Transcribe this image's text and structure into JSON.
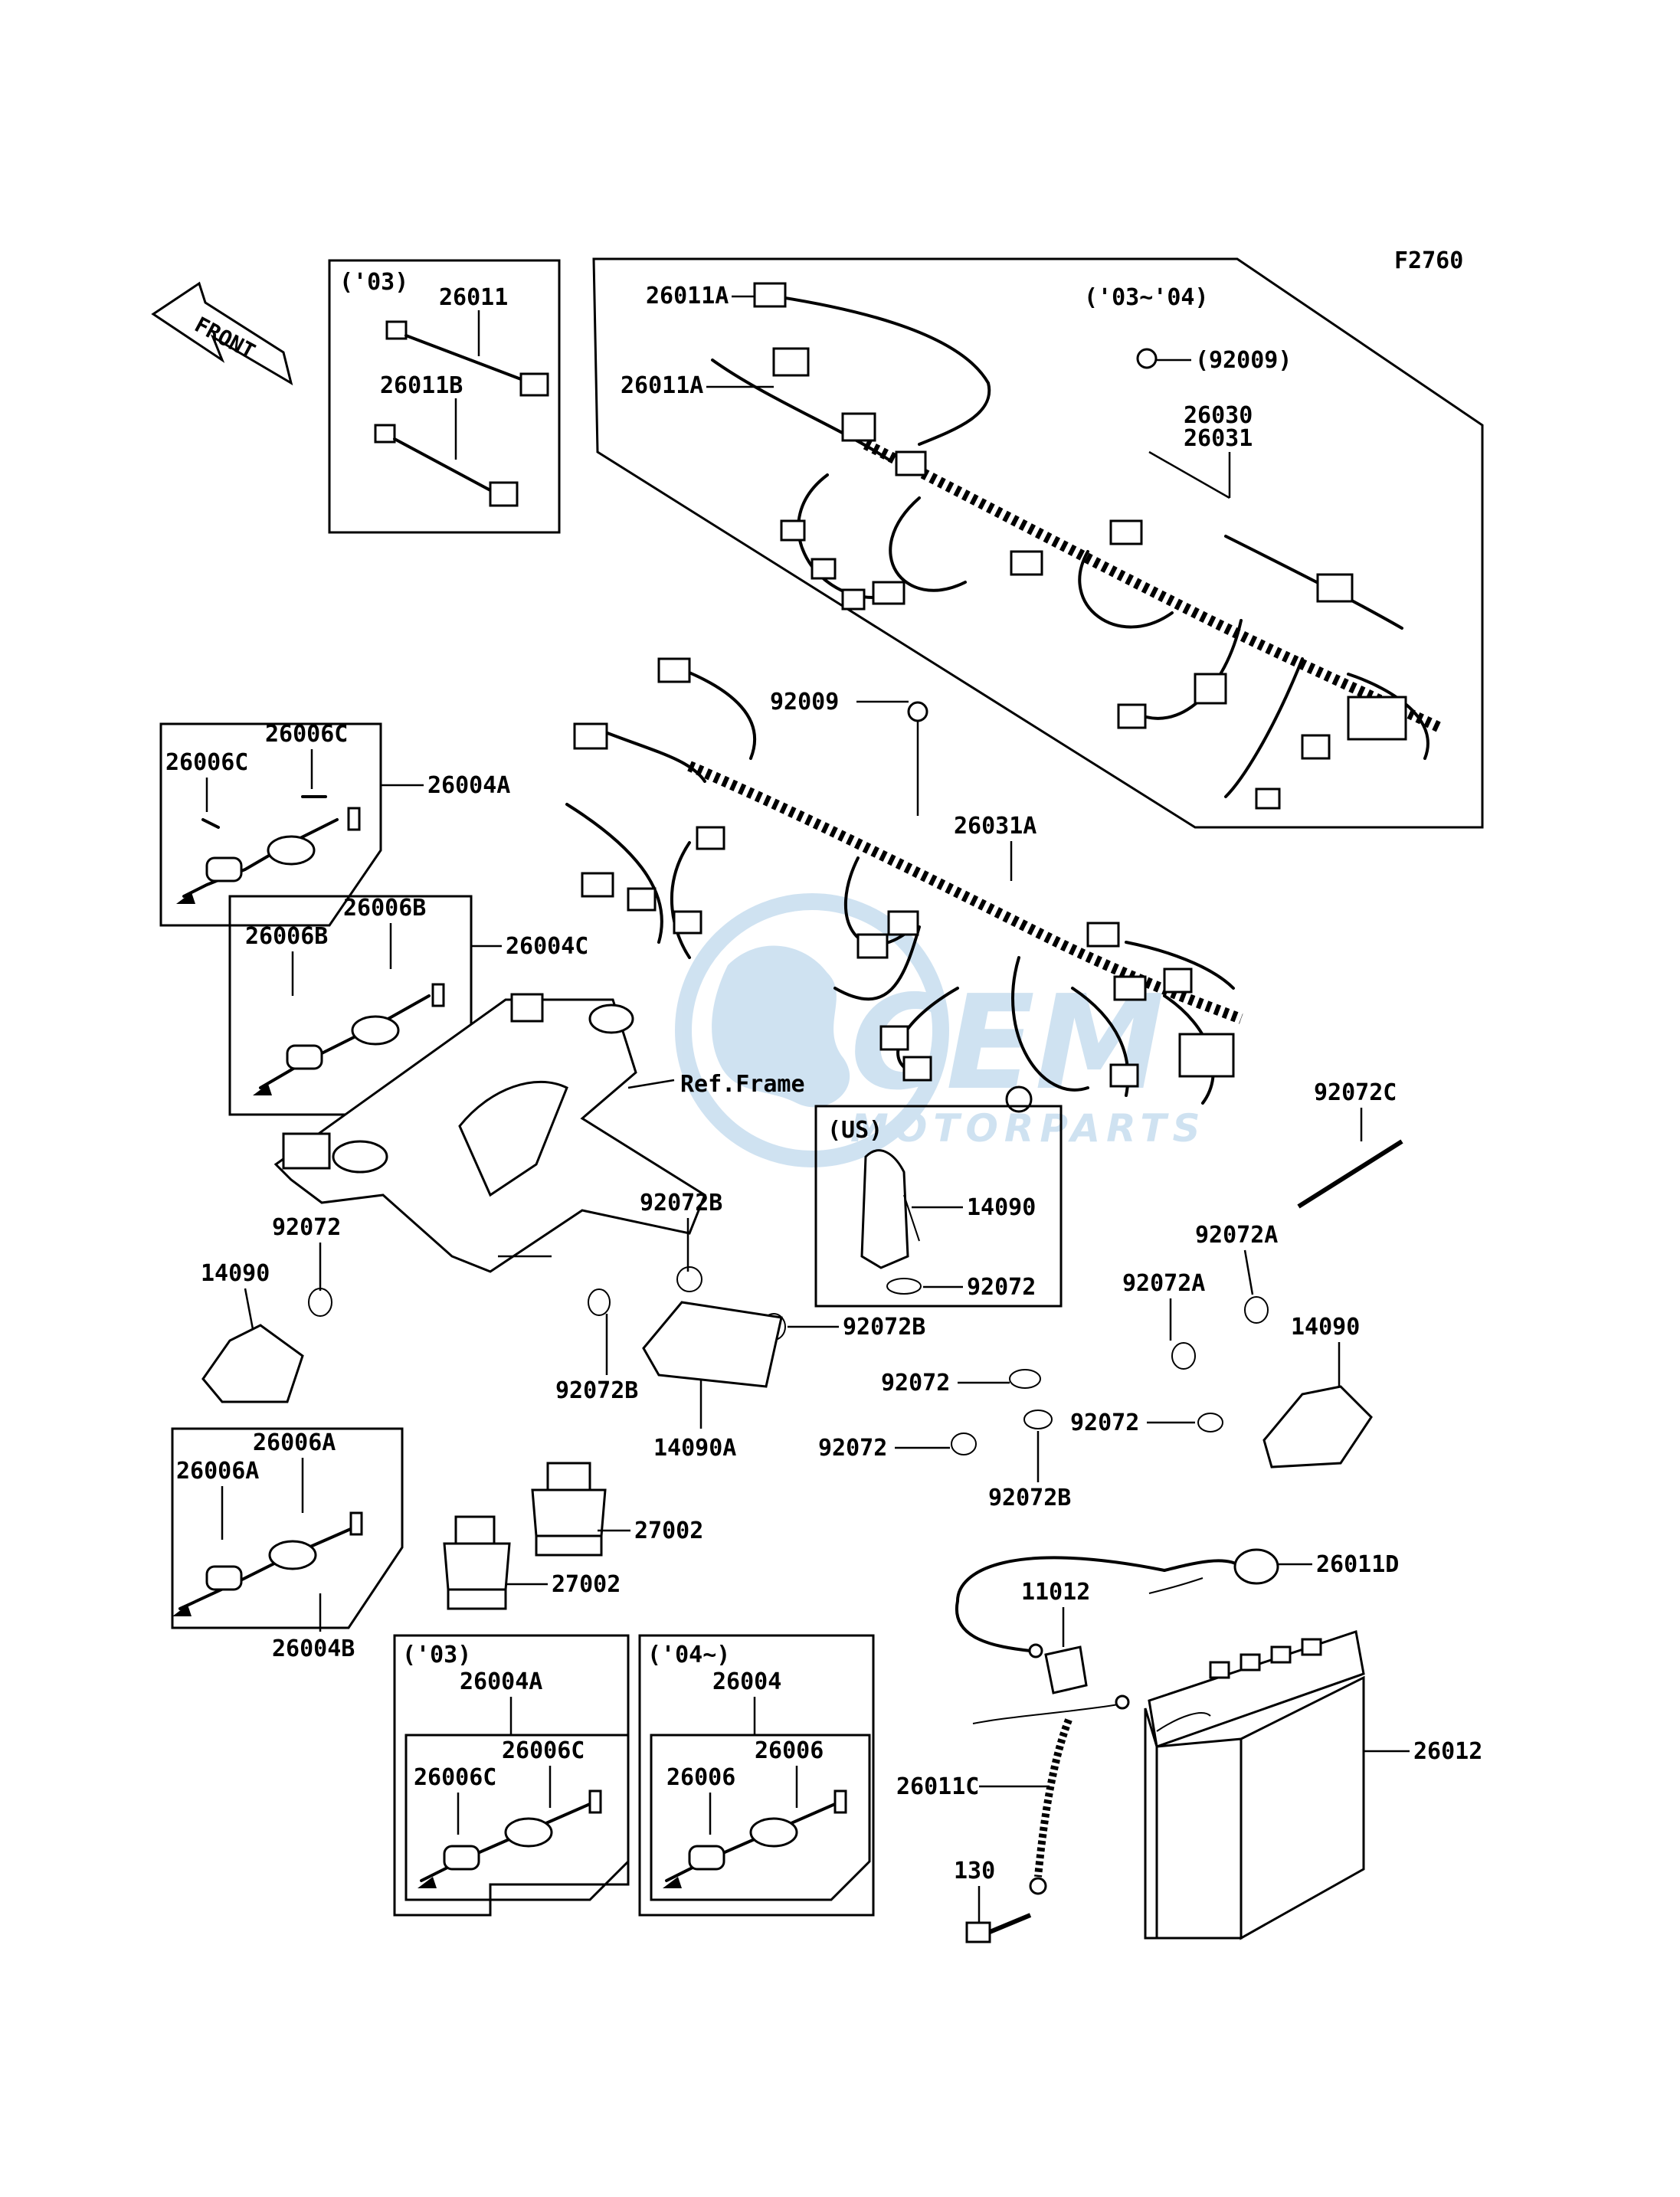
{
  "figure_code": "F2760",
  "front_badge": "FRONT",
  "watermark": {
    "brand": "CEM",
    "sub": "MOTORPARTS",
    "color": "#a9cbe6"
  },
  "boxes": {
    "b03": "('03)",
    "b0304": "('03~'04)",
    "bus": "(US)",
    "b03_bottom": "('03)",
    "b04_bottom": "('04~)"
  },
  "labels": {
    "l26011": "26011",
    "l26011B": "26011B",
    "l26011A_1": "26011A",
    "l26011A_2": "26011A",
    "l92009_paren": "(92009)",
    "l26030": "26030",
    "l26031": "26031",
    "l92009": "92009",
    "l26031A": "26031A",
    "l26006C_1": "26006C",
    "l26006C_2": "26006C",
    "l26004A": "26004A",
    "l26006B_1": "26006B",
    "l26006B_2": "26006B",
    "l26004C": "26004C",
    "ref_frame": "Ref.Frame",
    "l92072C": "92072C",
    "l14090_us": "14090",
    "l92072_us": "92072",
    "l92072_left": "92072",
    "l14090_left": "14090",
    "l92072B_top": "92072B",
    "l92072B_right": "92072B",
    "l92072B_left": "92072B",
    "l14090A": "14090A",
    "l92072A_1": "92072A",
    "l92072A_2": "92072A",
    "l14090_right": "14090",
    "l92072_mid1": "92072",
    "l92072_mid2": "92072",
    "l92072_mid3": "92072",
    "l92072B_bottom": "92072B",
    "l26006A_1": "26006A",
    "l26006A_2": "26006A",
    "l26004B": "26004B",
    "l27002_1": "27002",
    "l27002_2": "27002",
    "l26004A_b": "26004A",
    "l26006C_b1": "26006C",
    "l26006C_b2": "26006C",
    "l26004": "26004",
    "l26006_1": "26006",
    "l26006_2": "26006",
    "l11012": "11012",
    "l26011D": "26011D",
    "l26011C": "26011C",
    "l26012": "26012",
    "l130": "130"
  }
}
